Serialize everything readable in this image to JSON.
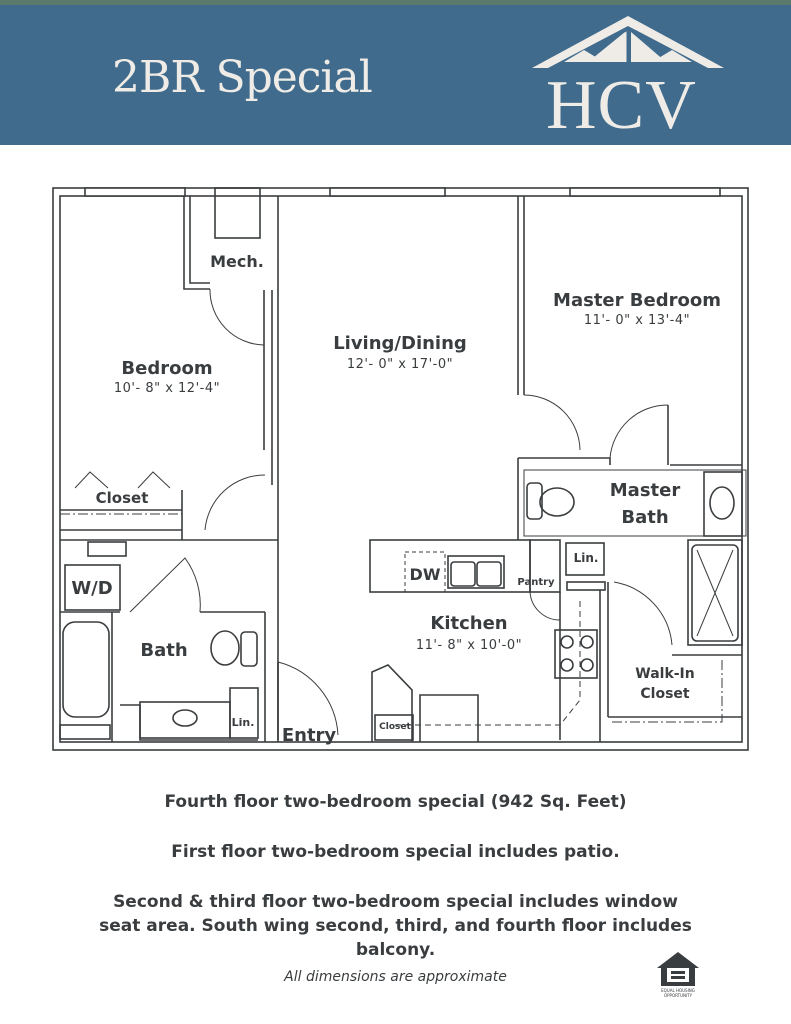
{
  "header": {
    "title": "2BR Special",
    "logo_text": "HCV"
  },
  "rooms": {
    "mech": "Mech.",
    "bedroom": {
      "name": "Bedroom",
      "dim": "10'- 8\" x 12'-4\""
    },
    "living": {
      "name": "Living/Dining",
      "dim": "12'- 0\" x 17'-0\""
    },
    "master_bedroom": {
      "name": "Master Bedroom",
      "dim": "11'- 0\" x 13'-4\""
    },
    "closet": "Closet",
    "master_bath_1": "Master",
    "master_bath_2": "Bath",
    "wd": "W/D",
    "dw": "DW",
    "lin1": "Lin.",
    "lin2": "Lin.",
    "pantry": "Pantry",
    "kitchen": {
      "name": "Kitchen",
      "dim": "11'- 8\" x 10'-0\""
    },
    "bath": "Bath",
    "walkin_1": "Walk-In",
    "walkin_2": "Closet",
    "entry": "Entry",
    "entry_closet": "Closet"
  },
  "notes": {
    "line1": "Fourth floor two-bedroom special (942 Sq. Feet)",
    "line2": "First floor two-bedroom special includes patio.",
    "line3a": "Second & third floor two-bedroom special includes window",
    "line3b": "seat area. South wing second, third, and fourth floor includes",
    "line3c": "balcony.",
    "disclaimer": "All dimensions are approximate"
  },
  "logos": {
    "equal_housing": "EQUAL HOUSING OPPORTUNITY"
  },
  "colors": {
    "header": "#406b8c",
    "strip": "#5b7a6b",
    "wall": "#3a3d3f"
  }
}
